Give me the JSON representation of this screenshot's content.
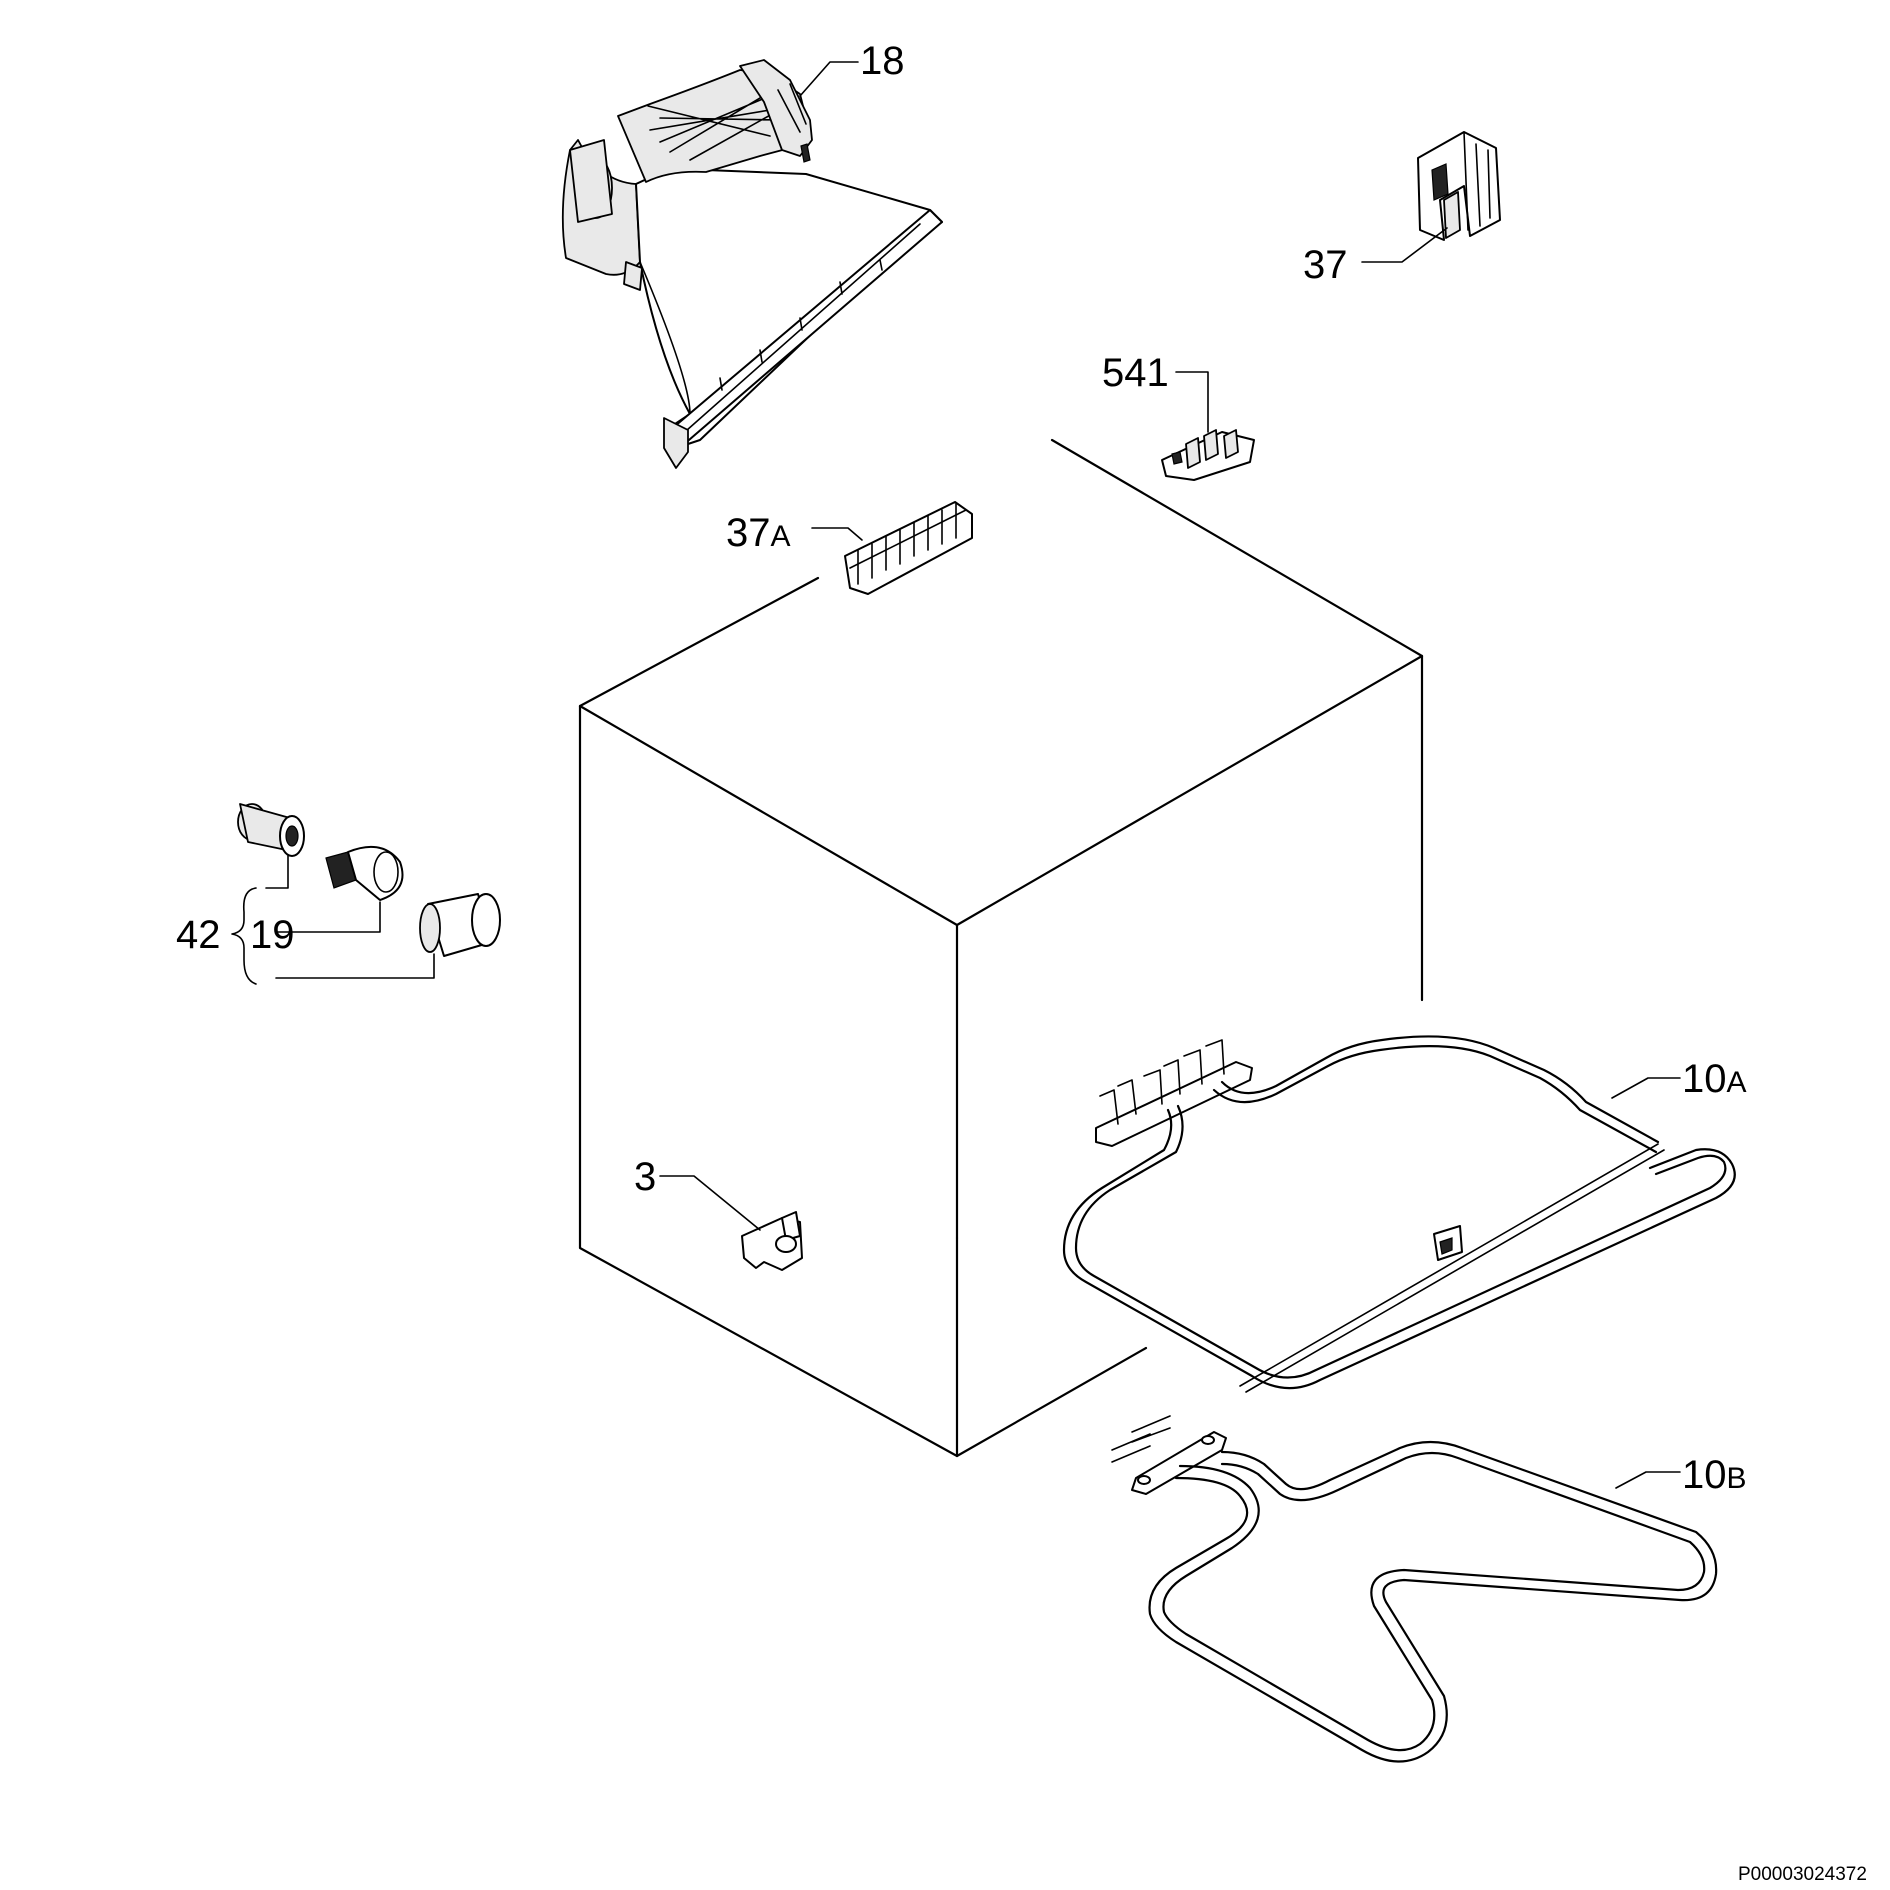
{
  "labels": {
    "p18": "18",
    "p37": "37",
    "p541": "541",
    "p37a_num": "37",
    "p37a_suffix": "A",
    "p42": "42",
    "p19": "19",
    "p3": "3",
    "p10a_num": "10",
    "p10a_suffix": "A",
    "p10b_num": "10",
    "p10b_suffix": "B"
  },
  "document_id": "P00003024372",
  "icons": {
    "fan-housing": "convection-fan-assembly",
    "thermostat": "thermal-switch",
    "connector": "wire-connector",
    "terminal-block": "terminal-block",
    "lamp": "oven-lamp",
    "heating-element": "heating-element"
  }
}
